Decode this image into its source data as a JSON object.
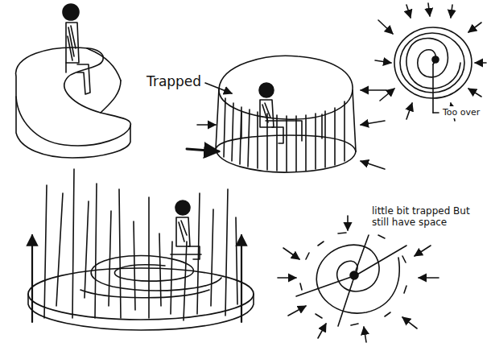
{
  "diagram": {
    "labels": [
      "Trapped",
      "Too over",
      "little bit trapped But still have space"
    ]
  }
}
